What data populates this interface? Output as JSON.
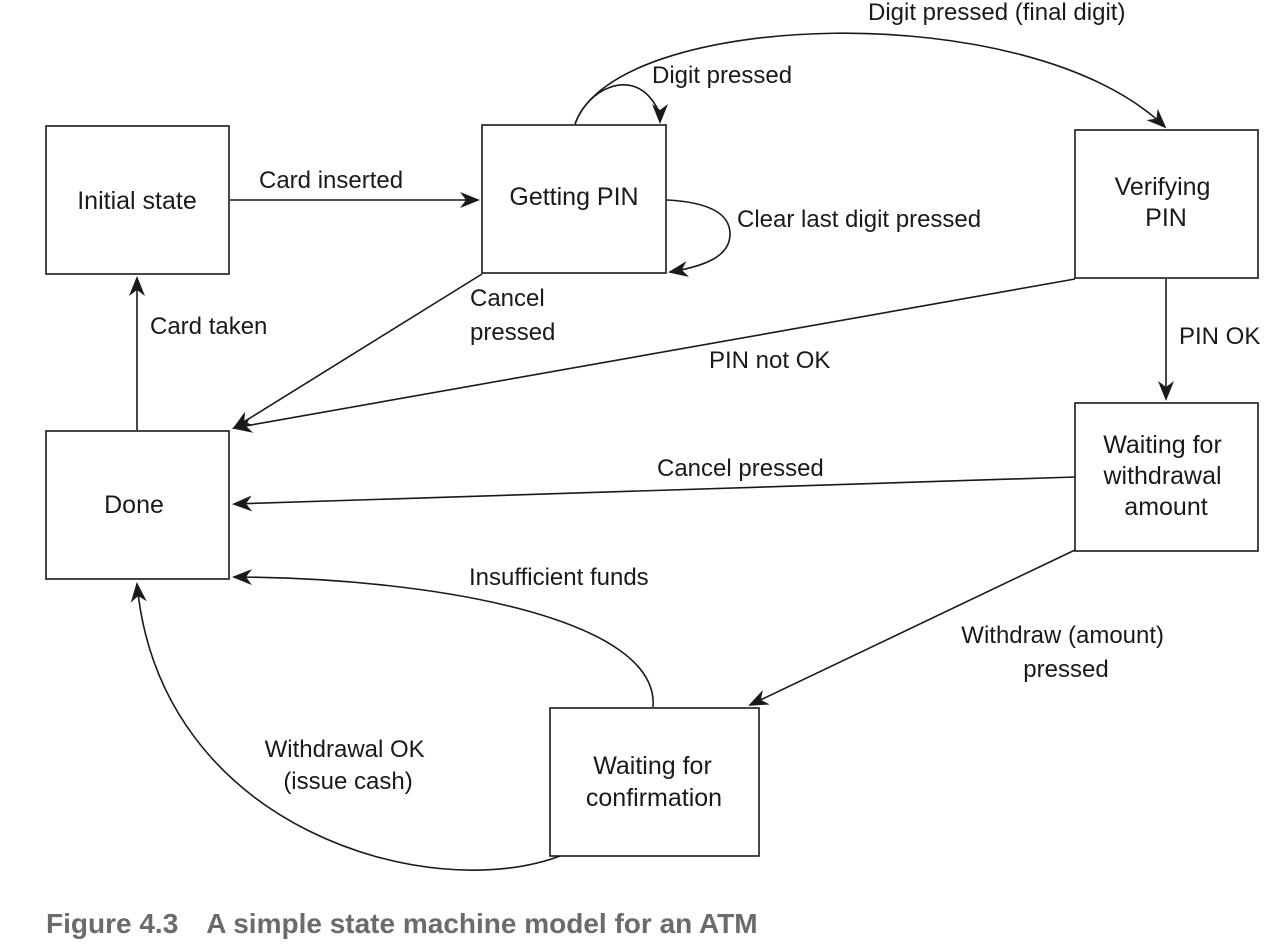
{
  "states": {
    "initial": {
      "lines": [
        "Initial state"
      ]
    },
    "getting_pin": {
      "lines": [
        "Getting PIN"
      ]
    },
    "verifying_pin": {
      "lines": [
        "Verifying",
        "PIN"
      ]
    },
    "done": {
      "lines": [
        "Done"
      ]
    },
    "waiting_withdrawal": {
      "lines": [
        "Waiting for",
        "withdrawal",
        "amount"
      ]
    },
    "waiting_confirmation": {
      "lines": [
        "Waiting for",
        "confirmation"
      ]
    }
  },
  "transitions": {
    "card_inserted": {
      "lines": [
        "Card inserted"
      ]
    },
    "digit_pressed": {
      "lines": [
        "Digit pressed"
      ]
    },
    "digit_final": {
      "lines": [
        "Digit pressed (final digit)"
      ]
    },
    "clear_last": {
      "lines": [
        "Clear last digit pressed"
      ]
    },
    "cancel_getting_pin": {
      "lines": [
        "Cancel",
        "pressed"
      ]
    },
    "card_taken": {
      "lines": [
        "Card taken"
      ]
    },
    "pin_not_ok": {
      "lines": [
        "PIN not OK"
      ]
    },
    "pin_ok": {
      "lines": [
        "PIN OK"
      ]
    },
    "cancel_withdrawal": {
      "lines": [
        "Cancel pressed"
      ]
    },
    "insufficient_funds": {
      "lines": [
        "Insufficient funds"
      ]
    },
    "withdraw_pressed": {
      "lines": [
        "Withdraw (amount)",
        "pressed"
      ]
    },
    "withdrawal_ok": {
      "lines": [
        "Withdrawal OK",
        "(issue cash)"
      ]
    }
  },
  "caption": {
    "number": "Figure 4.3",
    "text": "A simple state machine model for an ATM"
  }
}
